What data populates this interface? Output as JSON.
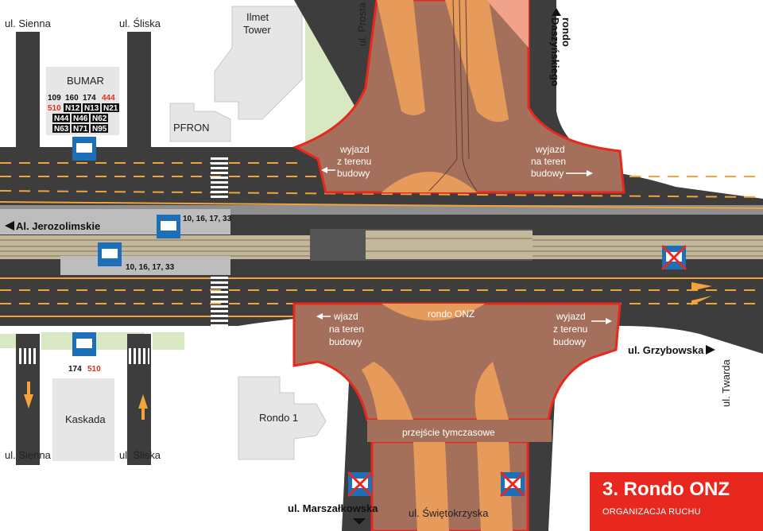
{
  "streets": {
    "sienna_top": "ul. Sienna",
    "sliska_top": "ul. Śliska",
    "sienna_bottom": "ul. Sienna",
    "sliska_bottom": "ul. Śliska",
    "prosta": "ul. Prosta",
    "daszynskiego_1": "rondo",
    "daszynskiego_2": "Daszyńskiego",
    "jerozolimskie": "Al. Jerozolimskie",
    "grzybowska": "ul. Grzybowska",
    "twarda": "ul. Twarda",
    "marszalkowska": "ul. Marszałkowska",
    "swietokrzyska": "ul. Świętokrzyska"
  },
  "buildings": {
    "ilmet_1": "Ilmet",
    "ilmet_2": "Tower",
    "bumar": "BUMAR",
    "pfron": "PFRON",
    "kaskada": "Kaskada",
    "rondo1": "Rondo 1"
  },
  "bus_routes_bumar": {
    "row1": [
      "109",
      "160",
      "174"
    ],
    "row1_red": "444",
    "row2_red": "510",
    "row2": [
      "N12",
      "N13",
      "N21"
    ],
    "row3": [
      "N44",
      "N46",
      "N62"
    ],
    "row4": [
      "N63",
      "N71",
      "N95"
    ]
  },
  "tram_routes_north": "10, 16, 17, 33",
  "tram_routes_south": "10, 16, 17, 33",
  "bus_routes_kaskada": {
    "black": "174",
    "red": "510"
  },
  "construction": {
    "nw_1": "wyjazd",
    "nw_2": "z terenu",
    "nw_3": "budowy",
    "ne_1": "wyjazd",
    "ne_2": "na teren",
    "ne_3": "budowy",
    "sw_1": "wjazd",
    "sw_2": "na teren",
    "sw_3": "budowy",
    "se_1": "wyjazd",
    "se_2": "z terenu",
    "se_3": "budowy"
  },
  "rondo_onz_label": "rondo ONZ",
  "temporary_crossing": "przejście tymczasowe",
  "title": {
    "main": "3. Rondo ONZ",
    "sub": "ORGANIZACJA RUCHU"
  },
  "colors": {
    "road": "#3d3d3d",
    "lane_marking": "#f2a33a",
    "construction_fill": "#a5705b",
    "construction_border": "#e8281e",
    "tram_track": "#c4b89a",
    "park": "#cfe3b8",
    "building": "#e6e6e6",
    "title_bg": "#e8281e",
    "stop_sign": "#1d6fb8"
  }
}
